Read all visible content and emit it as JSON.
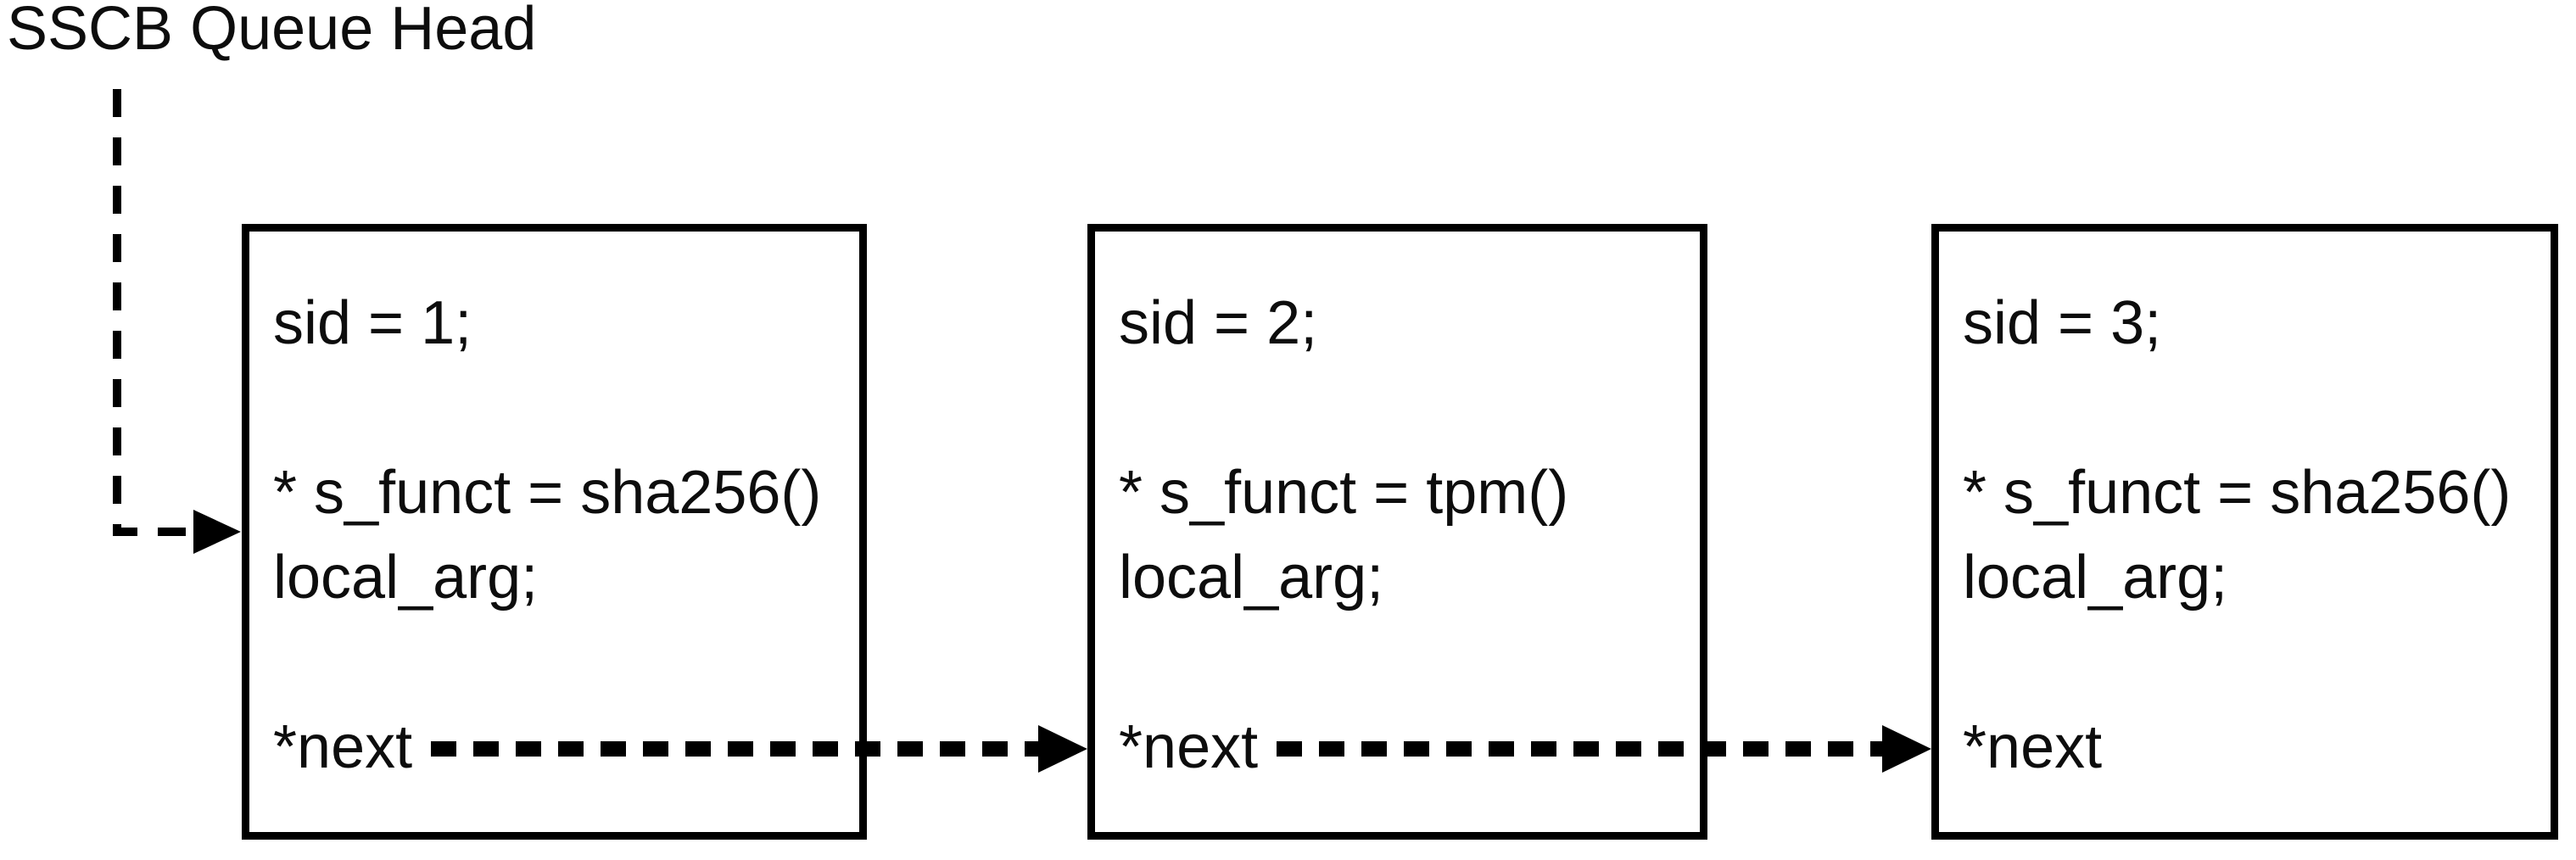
{
  "diagram": {
    "title": "SSCB Queue Head",
    "kind": "linked-list",
    "colors": {
      "ink": "#000000",
      "background": "#ffffff"
    },
    "head": {
      "label": "SSCB Queue Head",
      "pointer_style": "dashed-arrow",
      "points_to": "node-1"
    },
    "nodes": [
      {
        "id": "node-1",
        "lines": [
          "sid = 1;",
          "* s_funct = sha256()",
          "local_arg;",
          "*next"
        ]
      },
      {
        "id": "node-2",
        "lines": [
          "sid = 2;",
          "* s_funct = tpm()",
          "local_arg;",
          "*next"
        ]
      },
      {
        "id": "node-3",
        "lines": [
          "sid = 3;",
          "* s_funct = sha256()",
          "local_arg;",
          "*next"
        ]
      }
    ],
    "edges": [
      {
        "from": "queue-head",
        "to": "node-1",
        "style": "dashed-arrow"
      },
      {
        "from": "node-1.next",
        "to": "node-2",
        "style": "dashed-arrow"
      },
      {
        "from": "node-2.next",
        "to": "node-3",
        "style": "dashed-arrow"
      }
    ]
  }
}
